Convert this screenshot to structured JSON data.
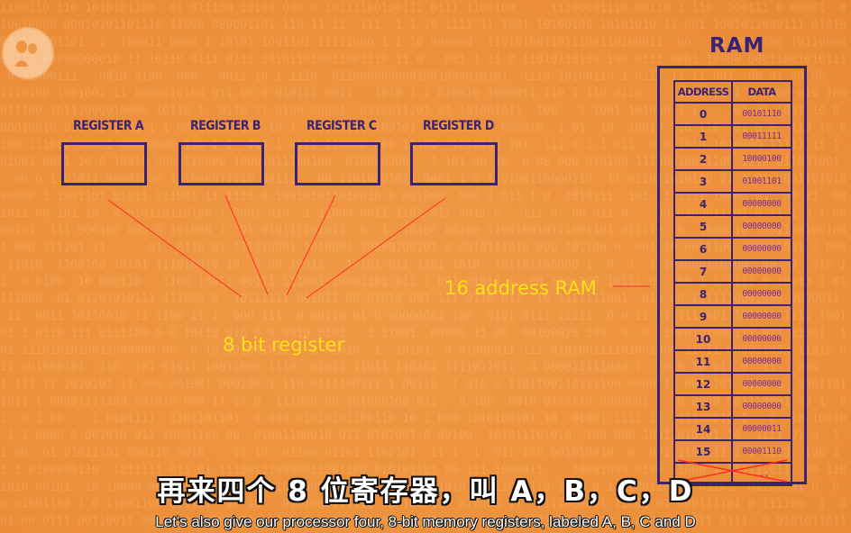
{
  "registers": [
    {
      "label": "REGISTER A"
    },
    {
      "label": "REGISTER B"
    },
    {
      "label": "REGISTER C"
    },
    {
      "label": "REGISTER D"
    }
  ],
  "ram": {
    "title": "RAM",
    "headers": {
      "address": "ADDRESS",
      "data": "DATA"
    },
    "rows": [
      {
        "address": "0",
        "data": "00101110"
      },
      {
        "address": "1",
        "data": "00011111"
      },
      {
        "address": "2",
        "data": "10000100"
      },
      {
        "address": "3",
        "data": "01001101"
      },
      {
        "address": "4",
        "data": "00000000"
      },
      {
        "address": "5",
        "data": "00000000"
      },
      {
        "address": "6",
        "data": "00000000"
      },
      {
        "address": "7",
        "data": "00000000"
      },
      {
        "address": "8",
        "data": "00000000"
      },
      {
        "address": "9",
        "data": "00000000"
      },
      {
        "address": "10",
        "data": "00000000"
      },
      {
        "address": "11",
        "data": "00000000"
      },
      {
        "address": "12",
        "data": "00000000"
      },
      {
        "address": "13",
        "data": "00000000"
      },
      {
        "address": "14",
        "data": "00000011"
      },
      {
        "address": "15",
        "data": "00001110"
      },
      {
        "address": "",
        "data": "..."
      }
    ]
  },
  "annotations": {
    "ram_note": "16 address RAM",
    "register_note": "8 bit register",
    "line_color": "#FF2A2A",
    "text_color": "#FFE01A"
  },
  "subtitles": {
    "chinese": "再来四个 8 位寄存器，叫 A，B，C，D",
    "english": "Let's also give our processor four, 8-bit memory registers, labeled A, B, C and D"
  },
  "icons": {
    "logo": "pbs-logo-icon"
  },
  "colors": {
    "background": "#EE9440",
    "diagram_ink": "#3B2274",
    "data_ink": "#7A2A9A"
  }
}
